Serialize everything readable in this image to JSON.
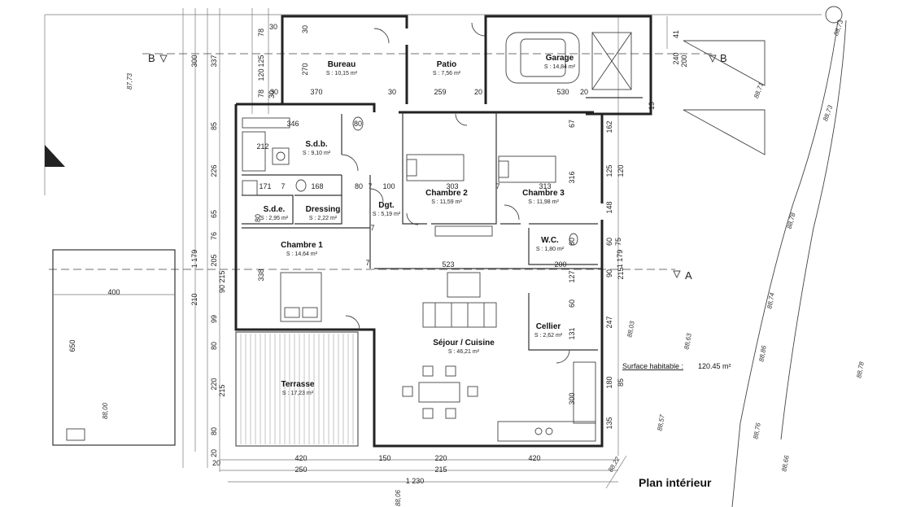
{
  "title": "Plan intérieur",
  "surface": {
    "label": "Surface habitable :",
    "value": "120.45 m²"
  },
  "rooms": [
    {
      "name": "Bureau",
      "area": "S : 10,15 m²"
    },
    {
      "name": "Patio",
      "area": "S : 7,56 m²"
    },
    {
      "name": "Garage",
      "area": "S : 14,84 m²"
    },
    {
      "name": "S.d.b.",
      "area": "S : 9,10 m²"
    },
    {
      "name": "Chambre 2",
      "area": "S : 11,59 m²"
    },
    {
      "name": "Chambre 3",
      "area": "S : 11,98 m²"
    },
    {
      "name": "S.d.e.",
      "area": "S : 2,95 m²"
    },
    {
      "name": "Dressing",
      "area": "S : 2,22 m²"
    },
    {
      "name": "Dgt.",
      "area": "S : 5,19 m²"
    },
    {
      "name": "Chambre 1",
      "area": "S : 14,64 m²"
    },
    {
      "name": "W.C.",
      "area": "S : 1,80 m²"
    },
    {
      "name": "Cellier",
      "area": "S : 2,62 m²"
    },
    {
      "name": "Séjour / Cuisine",
      "area": "S : 46,21 m²"
    },
    {
      "name": "Terrasse",
      "area": "S : 17,23 m²"
    }
  ],
  "sections": {
    "b_left": "B",
    "b_right": "B",
    "a_right": "A"
  },
  "dims_top": [
    "370",
    "259",
    "530",
    "30",
    "30",
    "20",
    "20",
    "30"
  ],
  "dims_interior": [
    "346",
    "80",
    "212",
    "171",
    "7",
    "168",
    "80",
    "7",
    "100",
    "303",
    "313",
    "523",
    "7",
    "200",
    "7",
    "7"
  ],
  "dims_left": [
    "78",
    "125",
    "120",
    "78",
    "30",
    "270",
    "30",
    "85",
    "226",
    "65",
    "80",
    "76",
    "205",
    "215",
    "338",
    "99",
    "80",
    "90",
    "220",
    "215",
    "80",
    "20"
  ],
  "dims_left_outer": [
    "300",
    "337",
    "1 179",
    "210"
  ],
  "dims_right": [
    "41",
    "240",
    "200",
    "19",
    "67",
    "162",
    "125",
    "120",
    "316",
    "148",
    "75",
    "60",
    "90",
    "215",
    "127",
    "247",
    "131",
    "180",
    "85",
    "135",
    "300",
    "60",
    "1 179",
    "60"
  ],
  "dims_bottom": [
    "20",
    "420",
    "150",
    "220",
    "420",
    "250",
    "215",
    "1 230"
  ],
  "pool": {
    "width": "400",
    "length": "650",
    "level": "88,00"
  },
  "elevations": [
    "87,73",
    "88,73",
    "88,71",
    "88,73",
    "88,78",
    "88,03",
    "88,63",
    "88,74",
    "88,86",
    "88,78",
    "88,57",
    "88,76",
    "88,66",
    "88,22",
    "88,06"
  ]
}
